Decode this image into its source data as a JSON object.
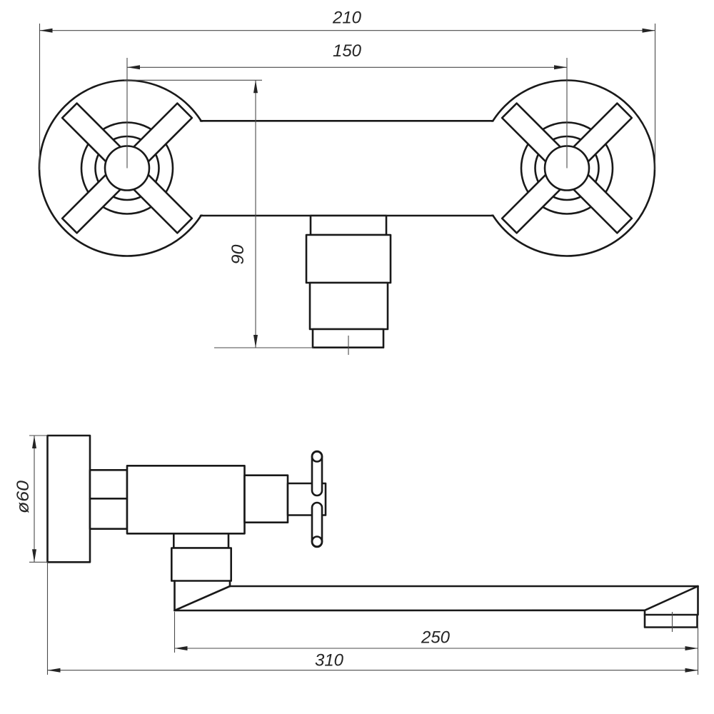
{
  "background": "#ffffff",
  "colors": {
    "object_line": "#191919",
    "thin_line": "#4a4a4a",
    "text": "#242424"
  },
  "front_view": {
    "dim_overall_width": "210",
    "dim_handle_spacing": "150",
    "dim_outlet_drop": "90"
  },
  "side_view": {
    "dim_flange_diameter": "ø60",
    "dim_spout_reach": "250",
    "dim_overall_reach": "310"
  }
}
